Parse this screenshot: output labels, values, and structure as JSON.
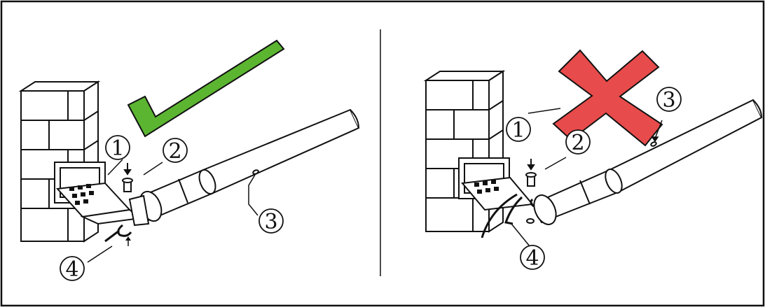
{
  "panels": [
    {
      "id": "correct",
      "verdict": "correct",
      "verdict_color": "#5cb531",
      "callouts": [
        "1",
        "2",
        "3",
        "4"
      ]
    },
    {
      "id": "incorrect",
      "verdict": "incorrect",
      "verdict_color": "#e84b4b",
      "callouts": [
        "1",
        "2",
        "3",
        "4"
      ]
    }
  ],
  "colors": {
    "line": "#111111",
    "background": "#ffffff"
  }
}
